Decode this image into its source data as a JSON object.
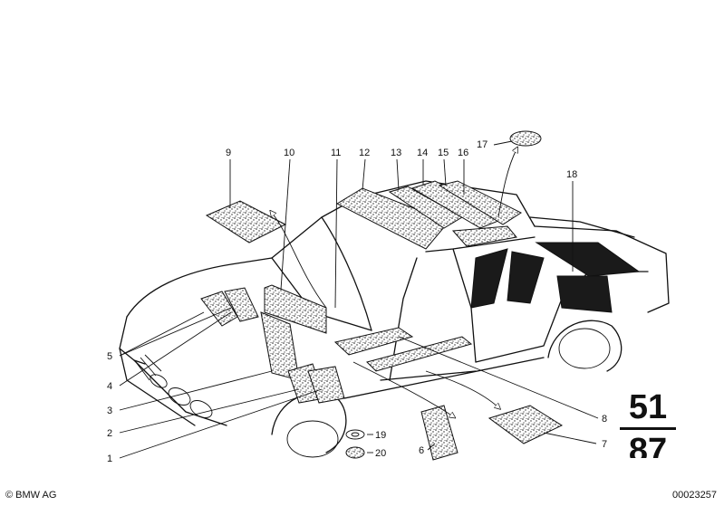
{
  "callouts": [
    {
      "id": "9",
      "label": "9"
    },
    {
      "id": "10",
      "label": "10"
    },
    {
      "id": "11",
      "label": "11"
    },
    {
      "id": "12",
      "label": "12"
    },
    {
      "id": "13",
      "label": "13"
    },
    {
      "id": "14",
      "label": "14"
    },
    {
      "id": "15",
      "label": "15"
    },
    {
      "id": "16",
      "label": "16"
    },
    {
      "id": "17",
      "label": "17"
    },
    {
      "id": "18",
      "label": "18"
    },
    {
      "id": "5",
      "label": "5"
    },
    {
      "id": "4",
      "label": "4"
    },
    {
      "id": "3",
      "label": "3"
    },
    {
      "id": "2",
      "label": "2"
    },
    {
      "id": "1",
      "label": "1"
    },
    {
      "id": "19",
      "label": "19"
    },
    {
      "id": "20",
      "label": "20"
    },
    {
      "id": "6",
      "label": "6"
    },
    {
      "id": "7",
      "label": "7"
    },
    {
      "id": "8",
      "label": "8"
    }
  ],
  "group": {
    "top": "51",
    "bottom": "87"
  },
  "footer": {
    "copyright": "© BMW AG",
    "drawing_id": "00023257"
  }
}
